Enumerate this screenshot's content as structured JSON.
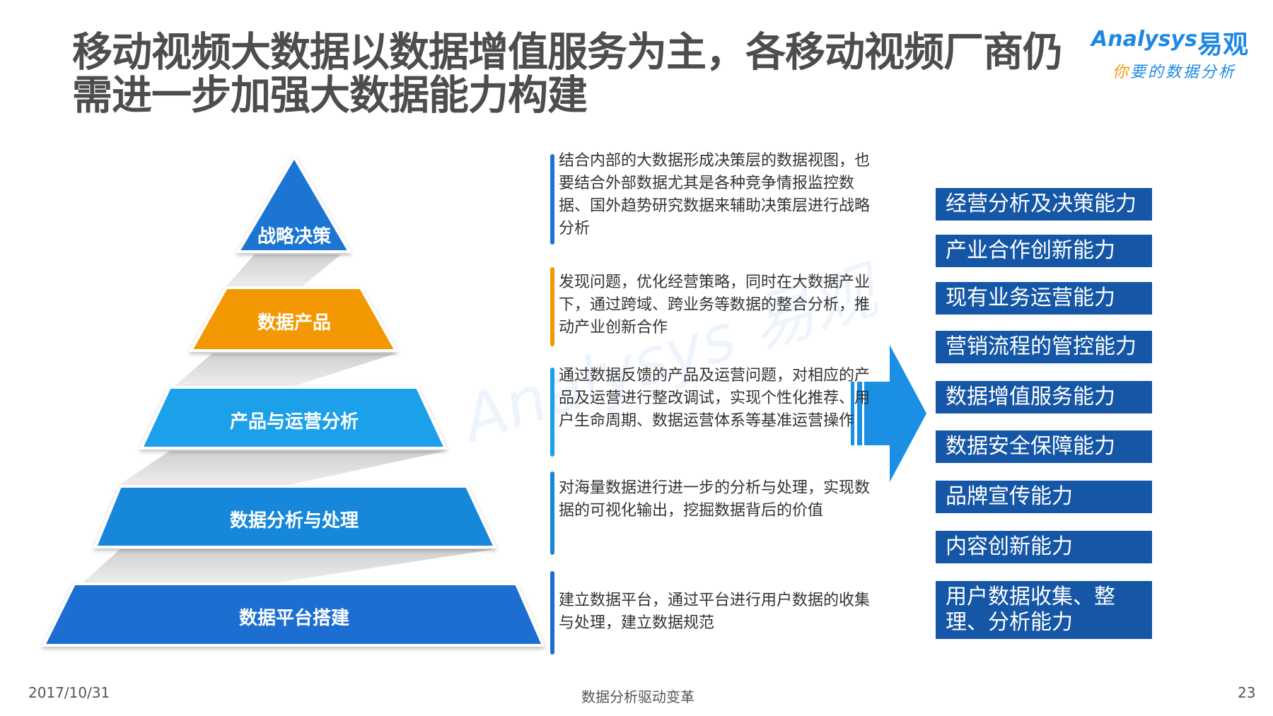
{
  "title": "移动视频大数据以数据增值服务为主，各移动视频厂商仍需进一步加强大数据能力构建",
  "logo": {
    "brand_en": "Analysys",
    "brand_cn": "易观",
    "slogan_first": "你",
    "slogan_rest": "要的数据分析"
  },
  "pyramid": [
    {
      "label": "战略决策",
      "color": "#1e74d2"
    },
    {
      "label": "数据产品",
      "color": "#f39800"
    },
    {
      "label": "产品与运营分析",
      "color": "#1aa0ea"
    },
    {
      "label": "数据分析与处理",
      "color": "#1787d9"
    },
    {
      "label": "数据平台搭建",
      "color": "#1a6ed0"
    }
  ],
  "descriptions": [
    {
      "text": "结合内部的大数据形成决策层的数据视图，也要结合外部数据尤其是各种竞争情报监控数据、国外趋势研究数据来辅助决策层进行战略分析",
      "bar_color": "#1e74d2"
    },
    {
      "text": "发现问题，优化经营策略，同时在大数据产业下，通过跨域、跨业务等数据的整合分析，推动产业创新合作",
      "bar_color": "#f39800"
    },
    {
      "text": "通过数据反馈的产品及运营问题，对相应的产品及运营进行整改调试，实现个性化推荐、用户生命周期、数据运营体系等基准运营操作",
      "bar_color": "#1aa0ea"
    },
    {
      "text": "对海量数据进行进一步的分析与处理，实现数据的可视化输出，挖掘数据背后的价值",
      "bar_color": "#1787d9"
    },
    {
      "text": "建立数据平台，通过平台进行用户数据的收集与处理，建立数据规范",
      "bar_color": "#1a6ed0"
    }
  ],
  "arrow_color": "#1a8fe3",
  "capabilities": [
    "经营分析及决策能力",
    "产业合作创新能力",
    "现有业务运营能力",
    "营销流程的管控能力",
    "数据增值服务能力",
    "数据安全保障能力",
    "品牌宣传能力",
    "内容创新能力",
    "用户数据收集、整理、分析能力"
  ],
  "footer": {
    "date": "2017/10/31",
    "center": "数据分析驱动变革",
    "page": "23"
  }
}
